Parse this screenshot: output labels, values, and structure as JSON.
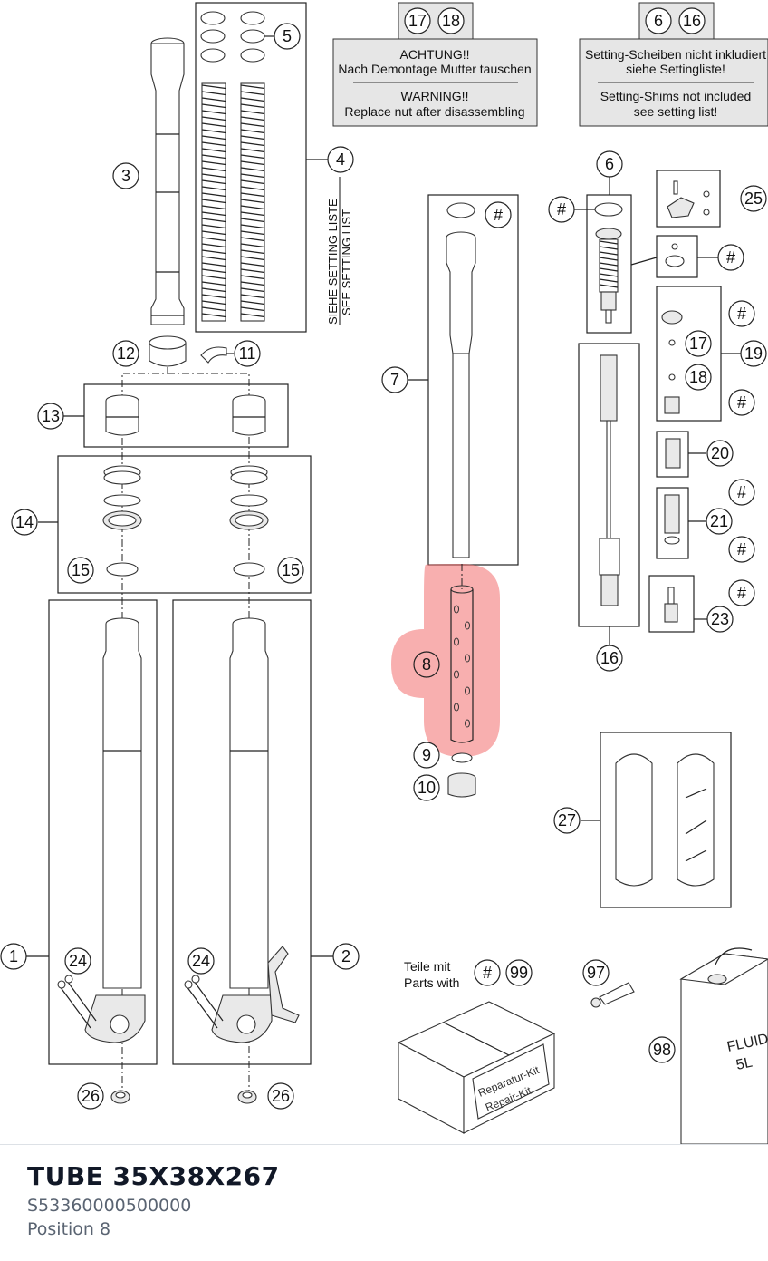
{
  "diagram": {
    "notice_nut": {
      "callouts": [
        "17",
        "18"
      ],
      "line1": "ACHTUNG!!",
      "line2": "Nach Demontage Mutter tauschen",
      "line3": "WARNING!!",
      "line4": "Replace nut after disassembling"
    },
    "notice_shims": {
      "callouts": [
        "6",
        "16"
      ],
      "line1": "Setting-Scheiben nicht inkludiert",
      "line2": "siehe Settingliste!",
      "line3": "Setting-Shims not included",
      "line4": "see setting list!"
    },
    "setting_list": {
      "line1": "SIEHE SETTING LISTE",
      "line2": "SEE SETTING LIST"
    },
    "repair_kit": {
      "label_de": "Teile mit",
      "label_en": "Parts with",
      "badge_hash": "#",
      "badge_num": "99",
      "box_line1": "Reparatur-Kit",
      "box_line2": "Repair-Kit"
    },
    "fluid_can": {
      "line1": "FLUID",
      "line2": "5L"
    },
    "highlighted_part": "8",
    "highlight_color": "#f26d6d",
    "callouts": {
      "c1": "1",
      "c2": "2",
      "c3": "3",
      "c4": "4",
      "c5": "5",
      "c6": "6",
      "c7": "7",
      "c8": "8",
      "c9": "9",
      "c10": "10",
      "c11": "11",
      "c12": "12",
      "c13": "13",
      "c14": "14",
      "c15a": "15",
      "c15b": "15",
      "c16": "16",
      "c17": "17",
      "c18": "18",
      "c19": "19",
      "c20": "20",
      "c21": "21",
      "c23": "23",
      "c24a": "24",
      "c24b": "24",
      "c25": "25",
      "c26a": "26",
      "c26b": "26",
      "c27": "27",
      "c97": "97",
      "c98": "98",
      "h_top": "#",
      "h_6": "#",
      "h_25b": "#",
      "h_19a": "#",
      "h_19b": "#",
      "h_21a": "#",
      "h_21b": "#",
      "h_23": "#"
    }
  },
  "part": {
    "title": "TUBE 35X38X267",
    "number": "S53360000500000",
    "position": "Position 8"
  }
}
